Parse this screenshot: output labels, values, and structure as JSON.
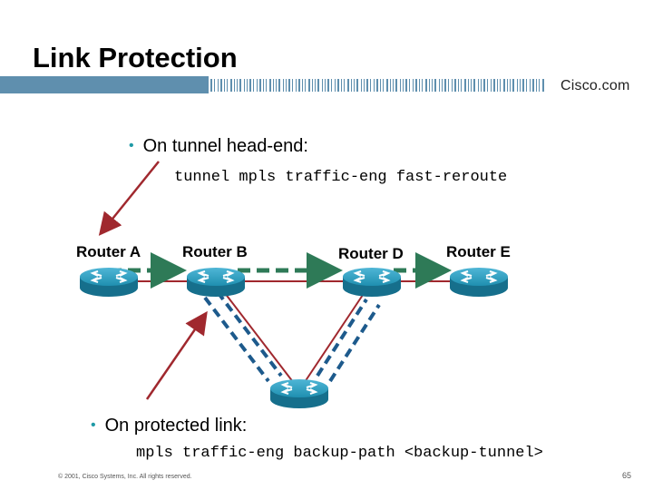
{
  "slide": {
    "title": "Link Protection",
    "brand": "Cisco.com",
    "bullet1": "On tunnel head-end:",
    "code1": "tunnel mpls traffic-eng fast-reroute",
    "bullet2": "On protected link:",
    "code2": "mpls traffic-eng backup-path <backup-tunnel>",
    "footer_left": "© 2001, Cisco Systems, Inc. All rights reserved.",
    "page_number": "65"
  },
  "routers": [
    {
      "id": "A",
      "label": "Router A"
    },
    {
      "id": "B",
      "label": "Router B"
    },
    {
      "id": "D",
      "label": "Router D"
    },
    {
      "id": "E",
      "label": "Router E"
    },
    {
      "id": "C",
      "label": ""
    }
  ],
  "colors": {
    "link": "#a0282e",
    "tunnel_primary": "#2e7a57",
    "tunnel_backup": "#1d5a8c",
    "router_fill": "#1f8fb0",
    "accent": "#1f9aa6"
  }
}
